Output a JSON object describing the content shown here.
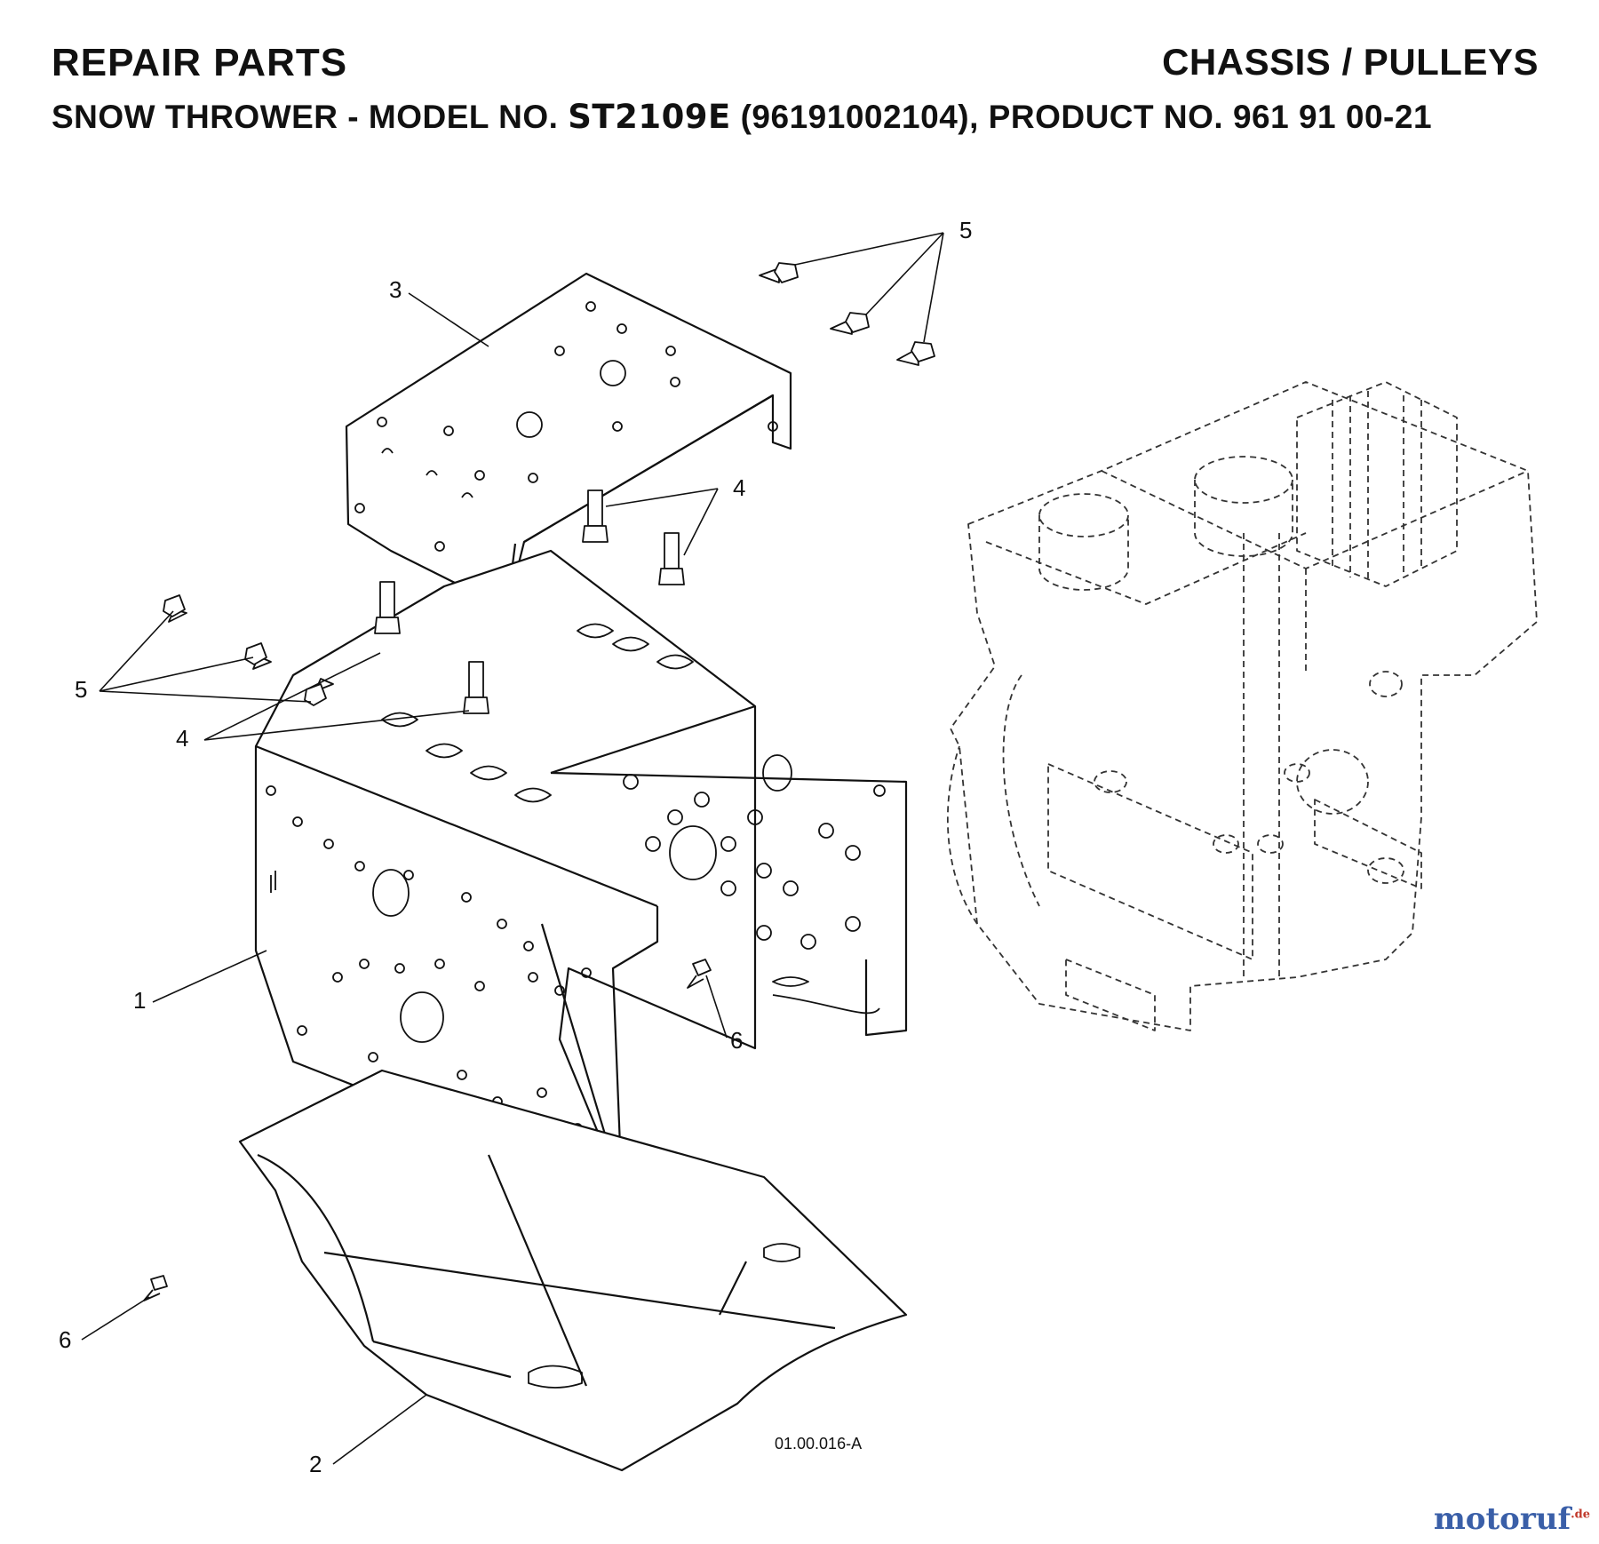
{
  "header": {
    "title_left": "REPAIR PARTS",
    "title_right": "CHASSIS / PULLEYS",
    "subtitle_prefix": "SNOW THROWER - MODEL NO. ",
    "model_no": "ST2109E",
    "subtitle_suffix": " (96191002104), PRODUCT NO. 961 91 00-21"
  },
  "callouts": {
    "c1": "1",
    "c2": "2",
    "c3": "3",
    "c4a": "4",
    "c4b": "4",
    "c5a": "5",
    "c5b": "5",
    "c6a": "6",
    "c6b": "6"
  },
  "drawing_number": "01.00.016-A",
  "watermark": {
    "brand": "motoruf",
    "tld": ".de"
  },
  "colors": {
    "line": "#111111",
    "dashed": "#333333",
    "watermark": "#3a5fa8"
  }
}
